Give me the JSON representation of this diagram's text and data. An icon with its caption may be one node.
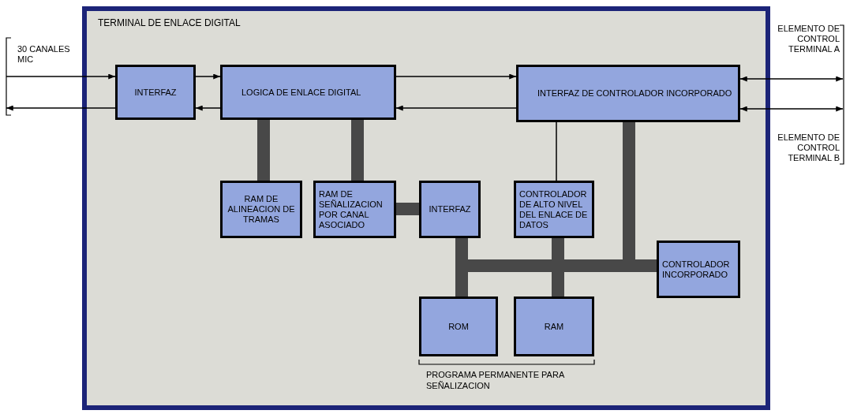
{
  "diagram": {
    "nodes": [
      {
        "text": [
          "TERMINAL DE ENLACE DIGITAL"
        ]
      },
      {
        "text": [
          "INTERFAZ"
        ],
        "in": 0
      },
      {
        "text": [
          "LOGICA DE ENLACE DIGITAL"
        ],
        "in": 0
      },
      {
        "text": [
          "INTERFAZ DE CONTROLADOR INCORPORADO"
        ],
        "in": 0
      },
      {
        "text": [
          "RAM DE ALINEACION DE TRAMAS"
        ],
        "in": 0
      },
      {
        "text": [
          "RAM DE SEÑALIZACION POR CANAL ASOCIADO"
        ],
        "in": 0
      },
      {
        "text": [
          "INTERFAZ"
        ],
        "in": 0
      },
      {
        "text": [
          "CONTROLADOR DE ALTO NIVEL DEL ENLACE DE DATOS"
        ],
        "in": 0
      },
      {
        "text": [
          "CONTROLADOR INCORPORADO"
        ],
        "in": 0
      },
      {
        "text": [
          "ROM"
        ],
        "in": 0
      },
      {
        "text": [
          "RAM"
        ],
        "in": 0
      },
      {
        "text": [
          "30 CANALES MIC"
        ]
      },
      {
        "text": [
          "ELEMENTO DE CONTROL TERMINAL A"
        ]
      },
      {
        "text": [
          "ELEMENTO DE CONTROL TERMINAL B"
        ]
      }
    ],
    "edges": [
      {
        "from": 11,
        "to": 1,
        "arrow": "to"
      },
      {
        "from": 1,
        "to": 11,
        "arrow": "to"
      },
      {
        "from": 1,
        "to": 2,
        "arrow": "to"
      },
      {
        "from": 2,
        "to": 1,
        "arrow": "to"
      },
      {
        "from": 2,
        "to": 3,
        "arrow": "to"
      },
      {
        "from": 3,
        "to": 2,
        "arrow": "to"
      },
      {
        "from": 3,
        "to": 12,
        "arrow": "both"
      },
      {
        "from": 3,
        "to": 13,
        "arrow": "both"
      },
      {
        "from": 2,
        "to": 4,
        "arrow": "none",
        "style": "thick",
        "color": "#484848"
      },
      {
        "from": 2,
        "to": 5,
        "arrow": "none",
        "style": "thick",
        "color": "#484848"
      },
      {
        "from": 5,
        "to": 6,
        "arrow": "none",
        "style": "thick",
        "color": "#484848"
      },
      {
        "from": 3,
        "to": 7,
        "arrow": "none"
      },
      {
        "from": 6,
        "to": 9,
        "arrow": "none",
        "style": "thick",
        "color": "#484848"
      },
      {
        "from": 7,
        "to": 10,
        "arrow": "none",
        "style": "thick",
        "color": "#484848"
      },
      {
        "from": 3,
        "to": 8,
        "arrow": "none",
        "style": "thick",
        "color": "#484848"
      },
      {
        "from": 6,
        "to": 8,
        "arrow": "none",
        "style": "thick",
        "color": "#484848"
      }
    ],
    "labels": [
      "PROGRAMA PERMANENTE PARA SEÑALIZACION"
    ]
  }
}
